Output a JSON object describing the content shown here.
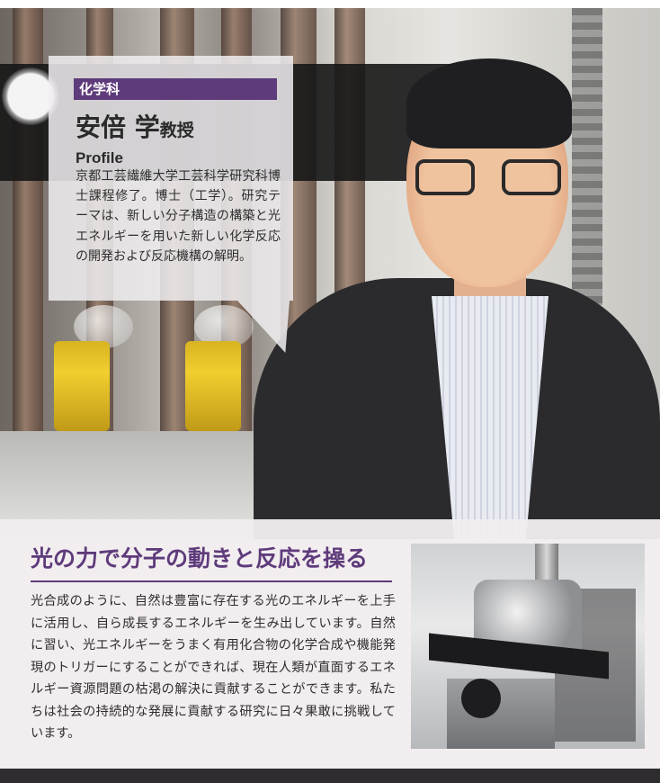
{
  "profile": {
    "department": "化学科",
    "name": "安倍 学",
    "title": "教授",
    "heading": "Profile",
    "body": "京都工芸繊維大学工芸科学研究科博士課程修了。博士（工学）。研究テーマは、新しい分子構造の構築と光エネルギーを用いた新しい化学反応の開発および反応機構の解明。"
  },
  "article": {
    "headline": "光の力で分子の動きと反応を操る",
    "body": "光合成のように、自然は豊富に存在する光のエネルギーを上手に活用し、自ら成長するエネルギーを生み出しています。自然に習い、光エネルギーをうまく有用化合物の化学合成や機能発現のトリガーにすることができれば、現在人類が直面するエネルギー資源問題の枯渇の解決に貢献することができます。私たちは社会の持続的な発展に貢献する研究に日々果敢に挑戦しています。"
  },
  "colors": {
    "accent": "#5e3b7b",
    "panel": "#f1ecee",
    "text": "#2e2e2e"
  }
}
